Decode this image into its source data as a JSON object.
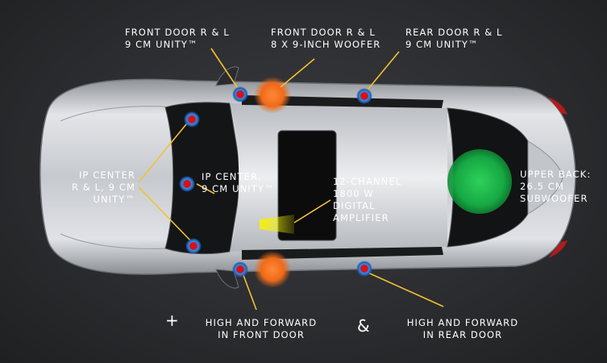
{
  "labels": {
    "front_door_unity": [
      "FRONT DOOR R & L",
      "9 CM UNITY™"
    ],
    "front_door_woofer": [
      "FRONT DOOR R & L",
      "8 X 9-INCH WOOFER"
    ],
    "rear_door_unity": [
      "REAR DOOR R & L",
      "9 CM UNITY™"
    ],
    "ip_center_rl": [
      "IP CENTER",
      "R & L, 9 CM",
      "UNITY™"
    ],
    "ip_center": [
      "IP CENTER,",
      "9 CM UNITY™"
    ],
    "amplifier": [
      "12-CHANNEL",
      "1800 W",
      "DIGITAL",
      "AMPLIFIER"
    ],
    "subwoofer": [
      "UPPER BACK:",
      "26.5 CM",
      "SUBWOOFER"
    ],
    "high_front": [
      "HIGH AND FORWARD",
      "IN FRONT DOOR"
    ],
    "high_rear": [
      "HIGH AND FORWARD",
      "IN REAR DOOR"
    ]
  },
  "symbols": {
    "plus": "+",
    "ampersand": "&"
  },
  "colors": {
    "leader_line": "#f2c230",
    "unity_speaker_dot": "#d1141c",
    "unity_speaker_ring": "#2e8ff0",
    "woofer": "#f07020",
    "subwoofer": "#1fc04a",
    "amplifier": "#f4f000",
    "car_body": "#c9ccd1"
  }
}
